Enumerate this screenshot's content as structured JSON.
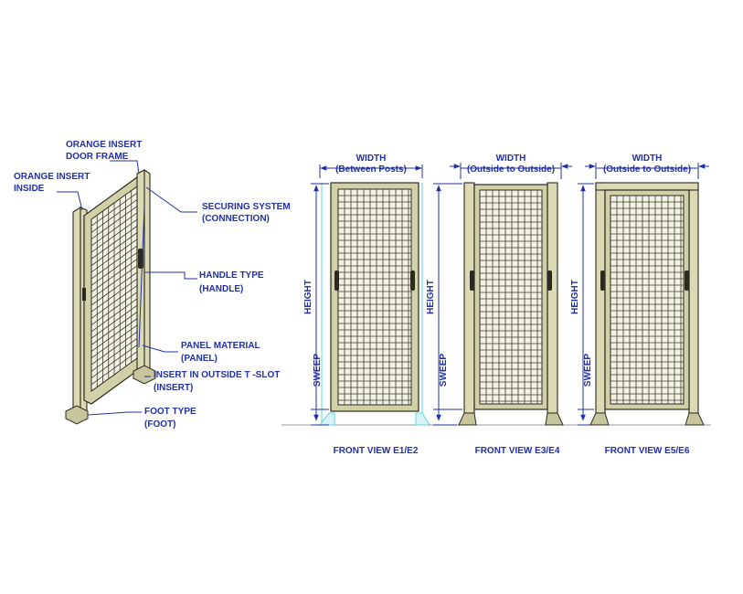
{
  "colors": {
    "annotation": "#2230a8",
    "frame": "#d2d0a6",
    "outline": "#2a2a22",
    "mesh": "#3a3a32",
    "cyan_guide": "#5fd6e6"
  },
  "callouts": {
    "orange_insert_door_frame_1": "ORANGE INSERT",
    "orange_insert_door_frame_2": "DOOR FRAME",
    "orange_insert_inside_1": "ORANGE INSERT",
    "orange_insert_inside_2": "INSIDE",
    "securing_system_1": "SECURING SYSTEM",
    "securing_system_2": "(CONNECTION)",
    "handle_type_1": "HANDLE TYPE",
    "handle_type_2": "(HANDLE)",
    "panel_material_1": "PANEL MATERIAL",
    "panel_material_2": "(PANEL)",
    "insert_outside_1": "INSERT IN OUTSIDE T -SLOT",
    "insert_outside_2": "(INSERT)",
    "foot_type_1": "FOOT TYPE",
    "foot_type_2": "(FOOT)"
  },
  "views": [
    {
      "width_label": "WIDTH",
      "width_sub": "(Between Posts)",
      "height_label": "HEIGHT",
      "sweep_label": "SWEEP",
      "caption": "FRONT VIEW E1/E2"
    },
    {
      "width_label": "WIDTH",
      "width_sub": "(Outside to Outside)",
      "height_label": "HEIGHT",
      "sweep_label": "SWEEP",
      "caption": "FRONT VIEW E3/E4"
    },
    {
      "width_label": "WIDTH",
      "width_sub": "(Outside to Outside)",
      "height_label": "HEIGHT",
      "sweep_label": "SWEEP",
      "caption": "FRONT VIEW E5/E6"
    }
  ]
}
